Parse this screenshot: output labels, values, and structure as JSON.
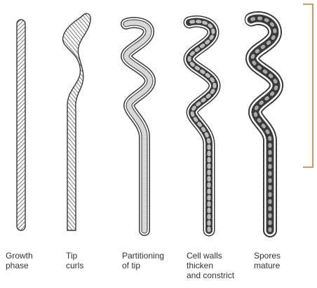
{
  "colors": {
    "outline": "#3a3a3a",
    "hatch": "#555555",
    "bracket": "#d9772b",
    "text": "#333333"
  },
  "stages": [
    {
      "lines": [
        "Growth",
        "phase"
      ]
    },
    {
      "lines": [
        "Tip",
        "curls"
      ]
    },
    {
      "lines": [
        "Partitioning",
        "of tip"
      ]
    },
    {
      "lines": [
        "Cell walls",
        "thicken",
        "and constrict"
      ]
    },
    {
      "lines": [
        "Spores",
        "mature"
      ]
    }
  ]
}
